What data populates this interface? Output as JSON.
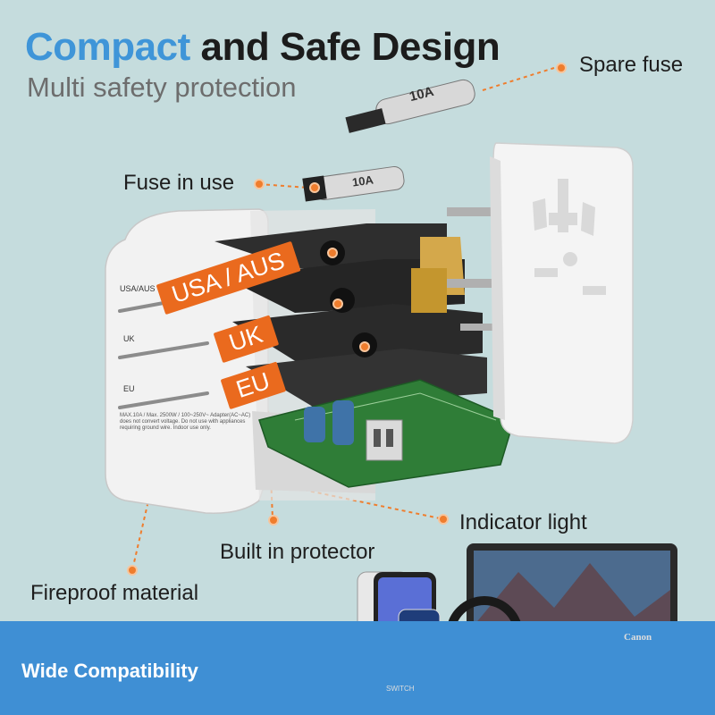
{
  "headline": {
    "part1": "Compact",
    "part2": "and Safe Design"
  },
  "subheadline": "Multi safety protection",
  "callouts": {
    "spare_fuse": "Spare fuse",
    "fuse_in_use": "Fuse in use",
    "indicator_light": "Indicator light",
    "built_in_protector": "Built in protector",
    "fireproof_material": "Fireproof material"
  },
  "plug_tags": {
    "usa_aus": "USA / AUS",
    "uk": "UK",
    "eu": "EU"
  },
  "device_labels": {
    "usa_aus": "USA/AUS",
    "uk": "UK",
    "eu": "EU",
    "spec": "MAX.10A / Max. 2500W / 100~250V~ Adapter(AC~AC) does not convert voltage. Do not use with appliances requiring ground wire. Indoor use only."
  },
  "fuse_marks": {
    "spare": "10A",
    "in_use": "10A"
  },
  "banner": {
    "wide_compatibility": "Wide Compatibility"
  },
  "product_marks": {
    "camera_brand": "Canon",
    "console_brand": "SWITCH"
  },
  "colors": {
    "accent_orange": "#ea6a1e",
    "title_blue": "#3f95d8",
    "band_blue": "#3f8fd4",
    "background": "#c5dcdd"
  }
}
